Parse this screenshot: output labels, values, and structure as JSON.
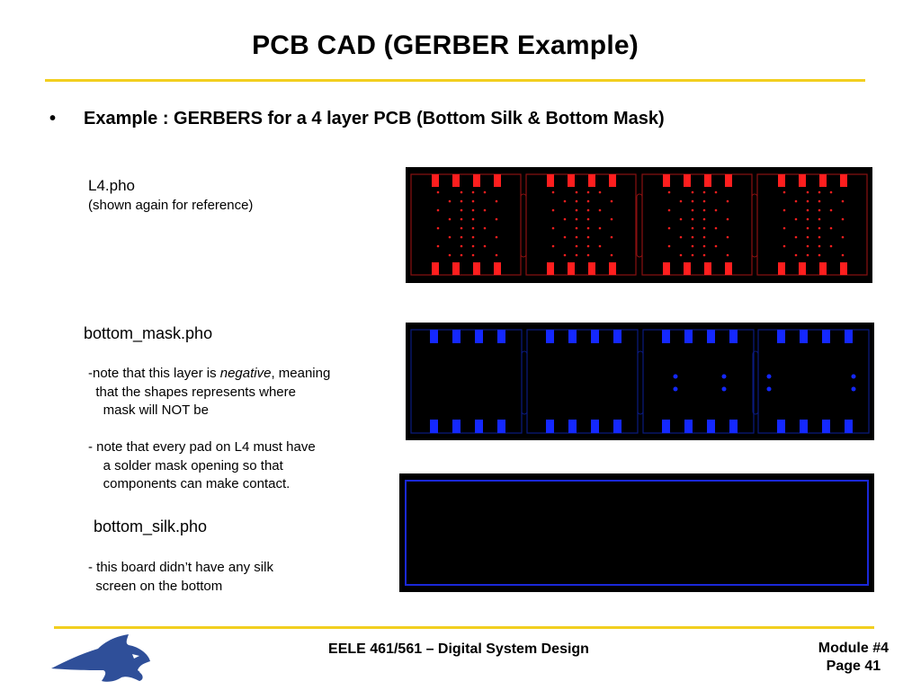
{
  "slide": {
    "title": "PCB CAD (GERBER Example)",
    "bullet_symbol": "•",
    "bullet": "Example : GERBERS for a 4 layer PCB (Bottom Silk & Bottom Mask)"
  },
  "l4": {
    "label": "L4.pho",
    "sublabel": "(shown again for reference)"
  },
  "mask": {
    "label": "bottom_mask.pho",
    "note1_pre": "-note that this layer is ",
    "note1_em": "negative",
    "note1_post": ", meaning",
    "note1_line2": "  that the shapes represents where",
    "note1_line3": "    mask will NOT be",
    "note2_line1": "- note that every pad on L4 must have",
    "note2_line2": "    a solder mask opening so that",
    "note2_line3": "    components can make contact."
  },
  "silk": {
    "label": "bottom_silk.pho",
    "note_line1": "- this board didn’t have any silk",
    "note_line2": "  screen on the bottom"
  },
  "footer": {
    "course": "EELE 461/561 – Digital System Design",
    "module": "Module #4",
    "page": "Page 41"
  },
  "colors": {
    "accent_rule": "#f2cf1f",
    "l4_copper": "#ff1e1e",
    "mask_pads": "#1428ff",
    "silk_outline": "#1a28d8",
    "logo_blue": "#2f4f99"
  }
}
